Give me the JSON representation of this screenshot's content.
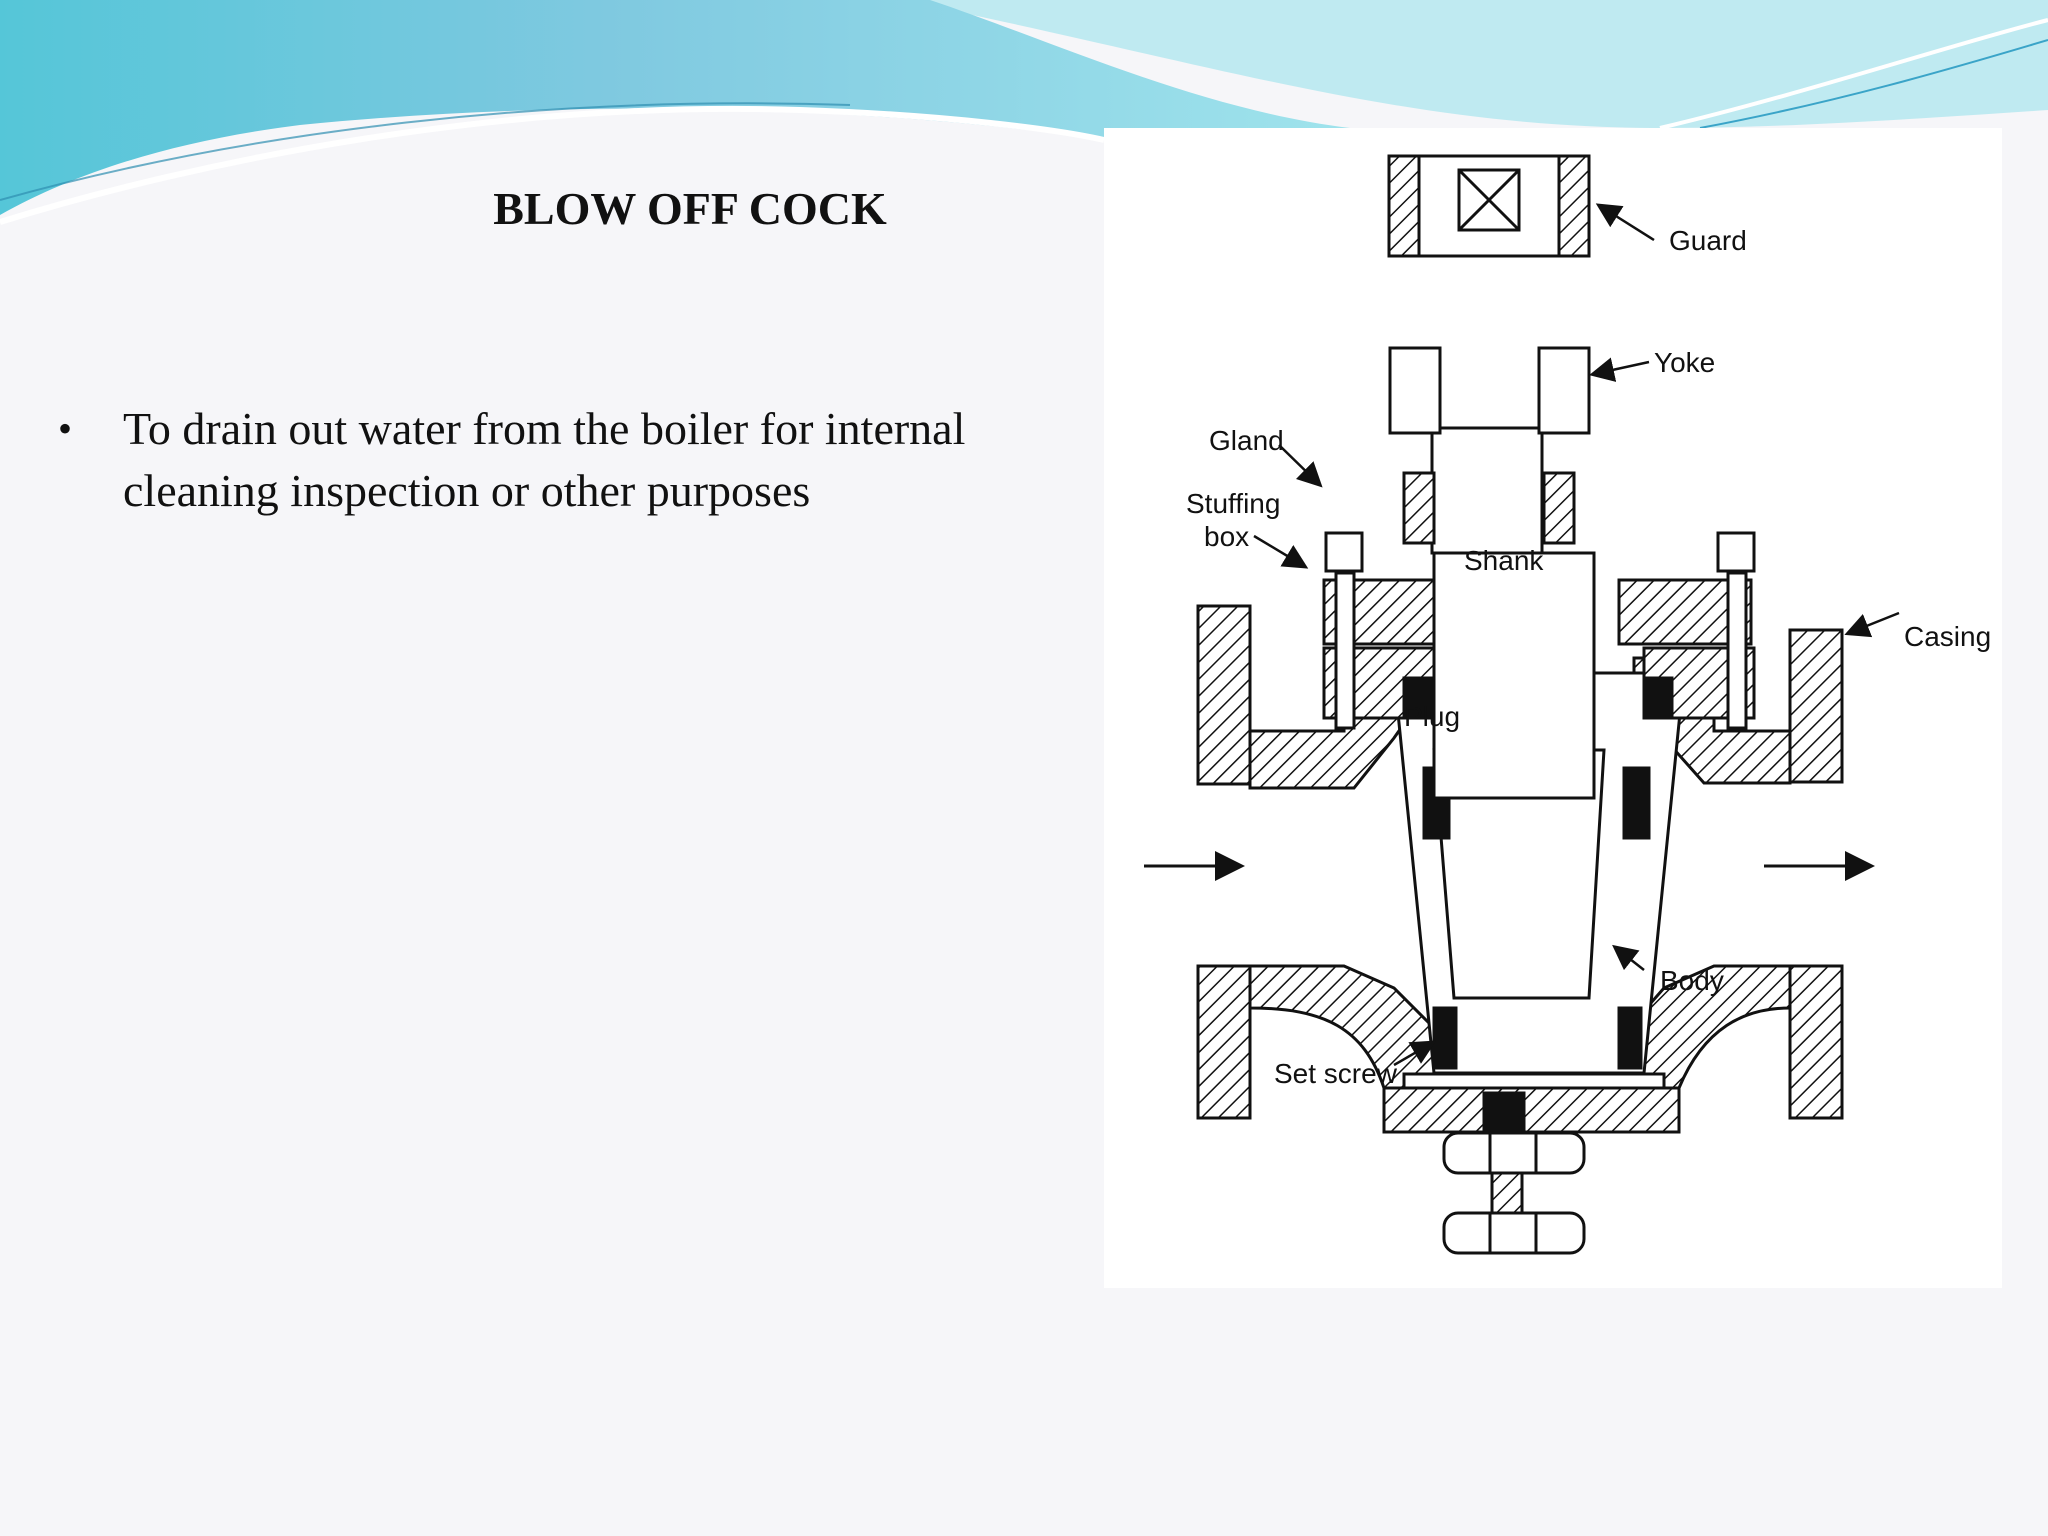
{
  "slide": {
    "title": "BLOW OFF COCK",
    "bullets": [
      {
        "marker": "•",
        "text": "To drain out water from the boiler for internal cleaning inspection or other purposes"
      }
    ]
  },
  "diagram": {
    "labels": {
      "guard": "Guard",
      "yoke": "Yoke",
      "gland": "Gland",
      "stuffing_box_line1": "Stuffing",
      "stuffing_box_line2": "box",
      "shank": "Shank",
      "casing": "Casing",
      "plug": "Plug",
      "body": "Body",
      "set_screw": "Set screw"
    }
  },
  "colors": {
    "background": "#f6f6f9",
    "wave_light": "#a8e6ee",
    "wave_dark": "#4fb3d6",
    "text": "#111111"
  }
}
